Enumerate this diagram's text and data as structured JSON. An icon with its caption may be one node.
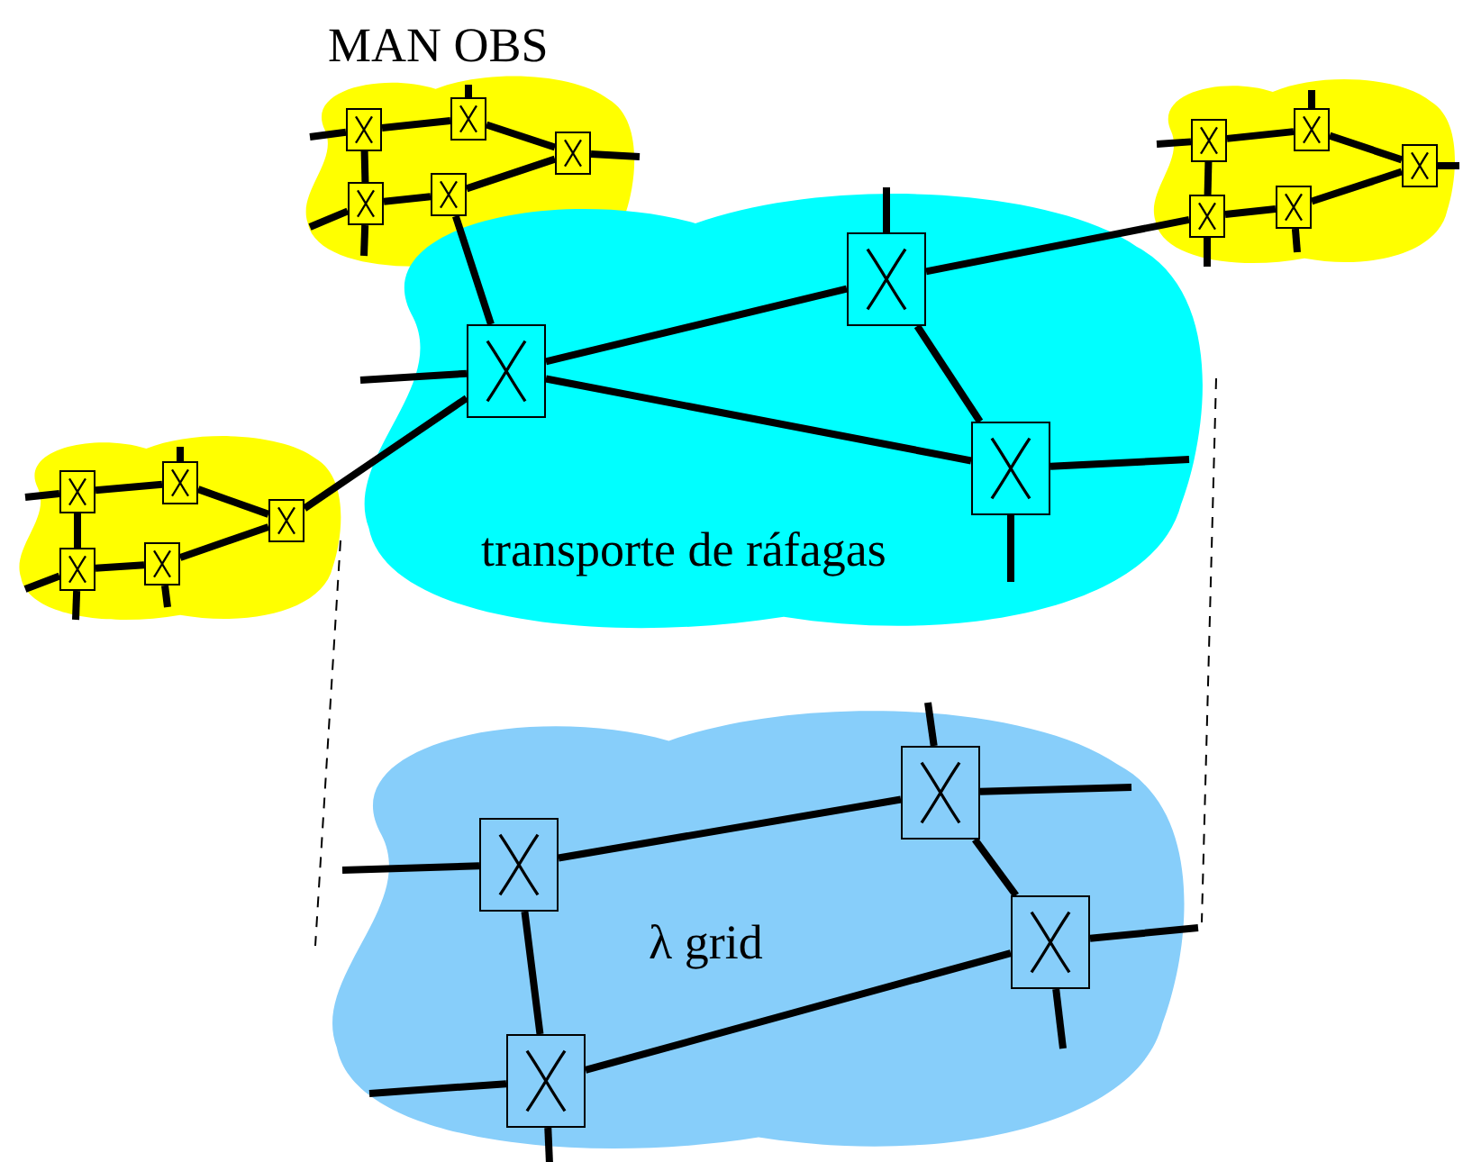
{
  "diagram": {
    "nodes": [
      {
        "text": [
          "MAN OBS"
        ]
      },
      {
        "text": [],
        "shape": "box",
        "in": 0
      },
      {
        "text": [],
        "shape": "box",
        "in": 0
      },
      {
        "text": [],
        "shape": "box",
        "in": 0
      },
      {
        "text": [],
        "shape": "box",
        "in": 0
      },
      {
        "text": [],
        "shape": "box",
        "in": 0
      },
      {
        "text": [],
        "shape": "cloud"
      },
      {
        "text": [],
        "shape": "box",
        "in": 6
      },
      {
        "text": [],
        "shape": "box",
        "in": 6
      },
      {
        "text": [],
        "shape": "box",
        "in": 6
      },
      {
        "text": [],
        "shape": "box",
        "in": 6
      },
      {
        "text": [],
        "shape": "box",
        "in": 6
      },
      {
        "text": [],
        "shape": "cloud"
      },
      {
        "text": [],
        "shape": "box",
        "in": 12
      },
      {
        "text": [],
        "shape": "box",
        "in": 12
      },
      {
        "text": [],
        "shape": "box",
        "in": 12
      },
      {
        "text": [],
        "shape": "box",
        "in": 12
      },
      {
        "text": [],
        "shape": "box",
        "in": 12
      },
      {
        "text": [
          "transporte de ráfagas"
        ]
      },
      {
        "text": [],
        "shape": "box",
        "in": 18
      },
      {
        "text": [],
        "shape": "box",
        "in": 18
      },
      {
        "text": [],
        "shape": "box",
        "in": 18
      },
      {
        "text": [
          "λ grid"
        ]
      },
      {
        "text": [],
        "shape": "box",
        "in": 22
      },
      {
        "text": [],
        "shape": "box",
        "in": 22
      },
      {
        "text": [],
        "shape": "box",
        "in": 22
      },
      {
        "text": [],
        "shape": "box",
        "in": 22
      }
    ],
    "edges": [
      {
        "from": 1,
        "to": 2,
        "arrow": "none"
      },
      {
        "from": 2,
        "to": 3,
        "arrow": "none"
      },
      {
        "from": 1,
        "to": 4,
        "arrow": "none"
      },
      {
        "from": 4,
        "to": 5,
        "arrow": "none"
      },
      {
        "from": 5,
        "to": 3,
        "arrow": "none"
      },
      {
        "from": 1,
        "to": null,
        "arrow": "none"
      },
      {
        "from": 2,
        "to": null,
        "arrow": "none"
      },
      {
        "from": 3,
        "to": null,
        "arrow": "none"
      },
      {
        "from": 4,
        "to": null,
        "arrow": "none"
      },
      {
        "from": 4,
        "to": null,
        "arrow": "none"
      },
      {
        "from": 7,
        "to": 8,
        "arrow": "none"
      },
      {
        "from": 8,
        "to": 9,
        "arrow": "none"
      },
      {
        "from": 7,
        "to": 10,
        "arrow": "none"
      },
      {
        "from": 10,
        "to": 11,
        "arrow": "none"
      },
      {
        "from": 11,
        "to": 9,
        "arrow": "none"
      },
      {
        "from": 7,
        "to": null,
        "arrow": "none"
      },
      {
        "from": 8,
        "to": null,
        "arrow": "none"
      },
      {
        "from": 9,
        "to": null,
        "arrow": "none"
      },
      {
        "from": 10,
        "to": null,
        "arrow": "none"
      },
      {
        "from": 11,
        "to": null,
        "arrow": "none"
      },
      {
        "from": 13,
        "to": 14,
        "arrow": "none"
      },
      {
        "from": 14,
        "to": 15,
        "arrow": "none"
      },
      {
        "from": 13,
        "to": 16,
        "arrow": "none"
      },
      {
        "from": 16,
        "to": 17,
        "arrow": "none"
      },
      {
        "from": 17,
        "to": 15,
        "arrow": "none"
      },
      {
        "from": 13,
        "to": null,
        "arrow": "none"
      },
      {
        "from": 14,
        "to": null,
        "arrow": "none"
      },
      {
        "from": 16,
        "to": null,
        "arrow": "none"
      },
      {
        "from": 16,
        "to": null,
        "arrow": "none"
      },
      {
        "from": 17,
        "to": null,
        "arrow": "none"
      },
      {
        "from": 5,
        "to": 19,
        "arrow": "none"
      },
      {
        "from": 20,
        "to": 10,
        "arrow": "none"
      },
      {
        "from": 19,
        "to": 15,
        "arrow": "none"
      },
      {
        "from": 19,
        "to": 20,
        "arrow": "none"
      },
      {
        "from": 19,
        "to": 21,
        "arrow": "none"
      },
      {
        "from": 20,
        "to": 21,
        "arrow": "none"
      },
      {
        "from": 19,
        "to": null,
        "arrow": "none"
      },
      {
        "from": 20,
        "to": null,
        "arrow": "none"
      },
      {
        "from": 21,
        "to": null,
        "arrow": "none"
      },
      {
        "from": 21,
        "to": null,
        "arrow": "none"
      },
      {
        "from": 23,
        "to": 24,
        "arrow": "none"
      },
      {
        "from": 23,
        "to": 26,
        "arrow": "none"
      },
      {
        "from": 24,
        "to": 25,
        "arrow": "none"
      },
      {
        "from": 26,
        "to": 25,
        "arrow": "none"
      },
      {
        "from": 23,
        "to": null,
        "arrow": "none"
      },
      {
        "from": 24,
        "to": null,
        "arrow": "none"
      },
      {
        "from": 24,
        "to": null,
        "arrow": "none"
      },
      {
        "from": 25,
        "to": null,
        "arrow": "none"
      },
      {
        "from": 25,
        "to": null,
        "arrow": "none"
      },
      {
        "from": 26,
        "to": null,
        "arrow": "none"
      },
      {
        "from": 26,
        "to": null,
        "arrow": "none"
      },
      {
        "from": 18,
        "to": 22,
        "arrow": "none",
        "style": "dashed"
      },
      {
        "from": 18,
        "to": 22,
        "arrow": "none",
        "style": "dashed"
      }
    ]
  }
}
